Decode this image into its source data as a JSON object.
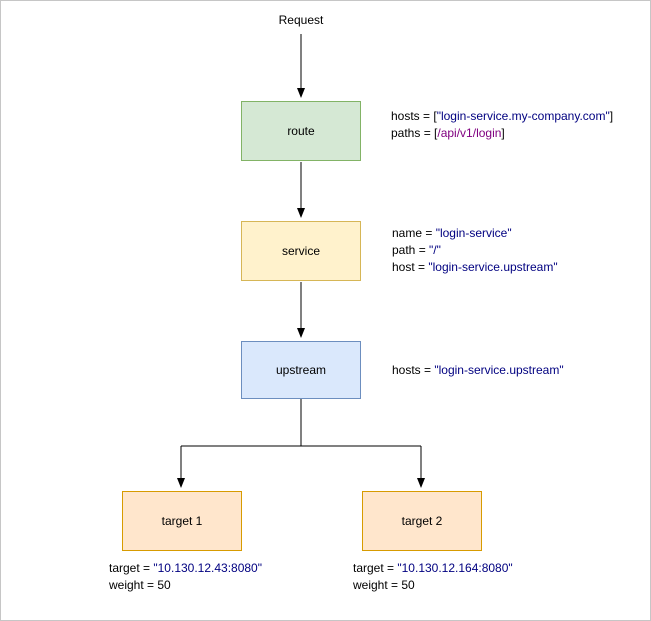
{
  "page": {
    "request_label": "Request"
  },
  "nodes": {
    "route": {
      "label": "route"
    },
    "service": {
      "label": "service"
    },
    "upstream": {
      "label": "upstream"
    },
    "target1": {
      "label": "target 1"
    },
    "target2": {
      "label": "target 2"
    }
  },
  "annotations": {
    "route": {
      "hosts_prefix": "hosts = [",
      "hosts_value": "\"login-service.my-company.com\"",
      "hosts_suffix": "]",
      "paths_prefix": "paths = [",
      "paths_value": "/api/v1/login",
      "paths_suffix": "]"
    },
    "service": {
      "name_prefix": "name = ",
      "name_value": "\"login-service\"",
      "path_prefix": "path = ",
      "path_value": "\"/\"",
      "host_prefix": "host = ",
      "host_value": "\"login-service.upstream\""
    },
    "upstream": {
      "hosts_prefix": "hosts = ",
      "hosts_value": "\"login-service.upstream\""
    },
    "target1": {
      "target_prefix": "target = ",
      "target_value": "\"10.130.12.43:8080\"",
      "weight_line": "weight = 50"
    },
    "target2": {
      "target_prefix": "target = ",
      "target_value": "\"10.130.12.164:8080\"",
      "weight_line": "weight = 50"
    }
  },
  "colors": {
    "route_fill": "#d5e8d4",
    "route_stroke": "#82b366",
    "service_fill": "#fff2cc",
    "service_stroke": "#d6b656",
    "upstream_fill": "#dae8fc",
    "upstream_stroke": "#6c8ebf",
    "target_fill": "#ffe6cc",
    "target_stroke": "#d79b00",
    "string_value_text": "#000080",
    "path_value_text": "#800080",
    "key_text": "#000000",
    "edge": "#000000"
  }
}
